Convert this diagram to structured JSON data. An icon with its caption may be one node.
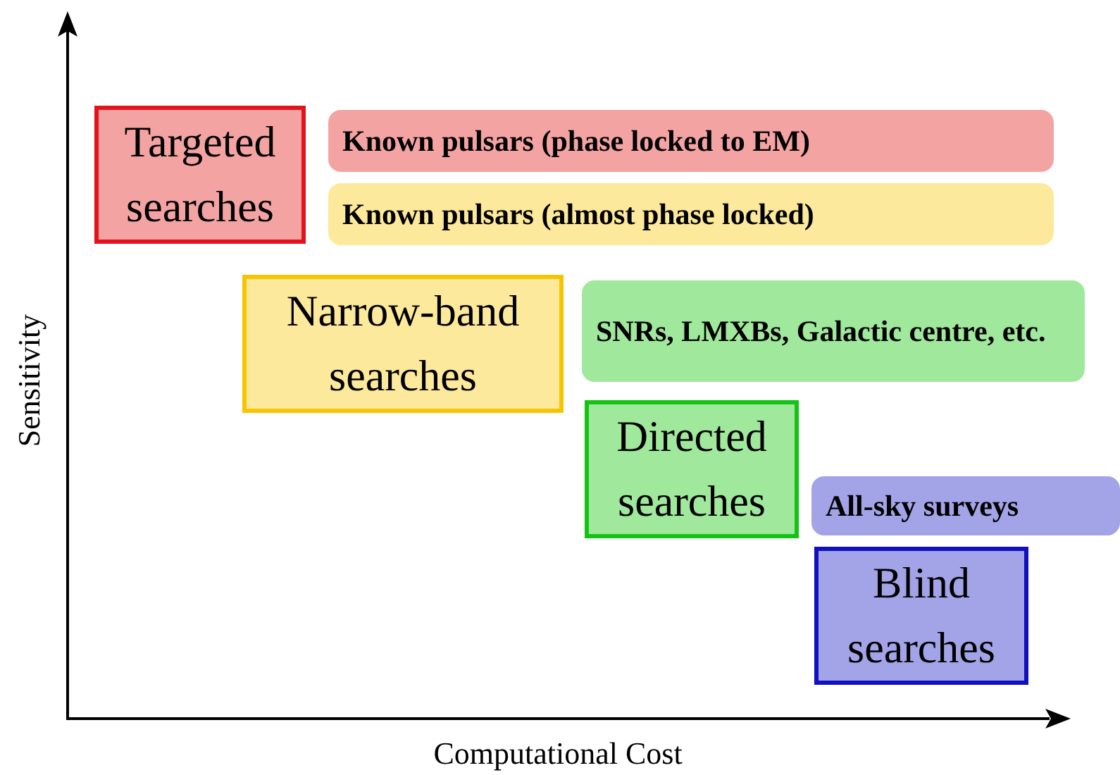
{
  "diagram": {
    "nodes": [
      {
        "text": [
          "Targeted searches"
        ]
      },
      {
        "text": [
          "Known pulsars (phase locked to EM)"
        ]
      },
      {
        "text": [
          "Known pulsars (almost phase locked)"
        ]
      },
      {
        "text": [
          "Narrow-band searches"
        ]
      },
      {
        "text": [
          "SNRs, LMXBs, Galactic centre, etc."
        ]
      },
      {
        "text": [
          "Directed searches"
        ]
      },
      {
        "text": [
          "All-sky surveys"
        ]
      },
      {
        "text": [
          "Blind searches"
        ]
      }
    ],
    "edges": [],
    "labels": [
      "Sensitivity",
      "Computational Cost"
    ]
  }
}
